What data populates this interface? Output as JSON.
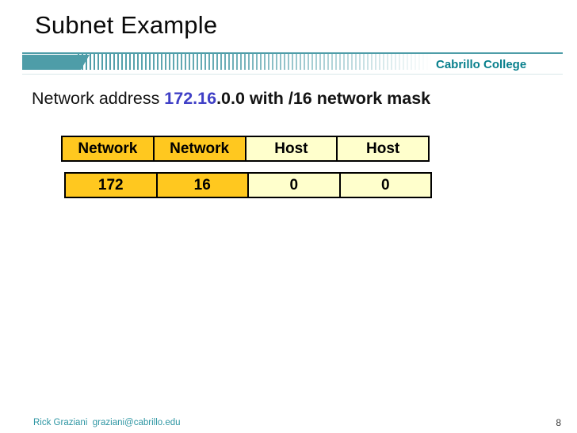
{
  "title": "Subnet Example",
  "brand": "Cabrillo College",
  "subtitle": {
    "prefix": "Network address ",
    "highlight": "172.16",
    "suffix": ".0.0 with /16 network mask"
  },
  "octet_table": {
    "header": [
      "Network",
      "Network",
      "Host",
      "Host"
    ],
    "values": [
      "172",
      "16",
      "0",
      "0"
    ]
  },
  "footer": {
    "author": "Rick Graziani  graziani@cabrillo.edu",
    "page_number": "8"
  },
  "colors": {
    "teal_band": "#4E9DA8",
    "teal_text": "#077F8C",
    "footer_teal": "#2E96A3",
    "gold": "#FFC81F",
    "light_yellow": "#FFFFCC",
    "highlight_blue": "#3F3FC6"
  }
}
